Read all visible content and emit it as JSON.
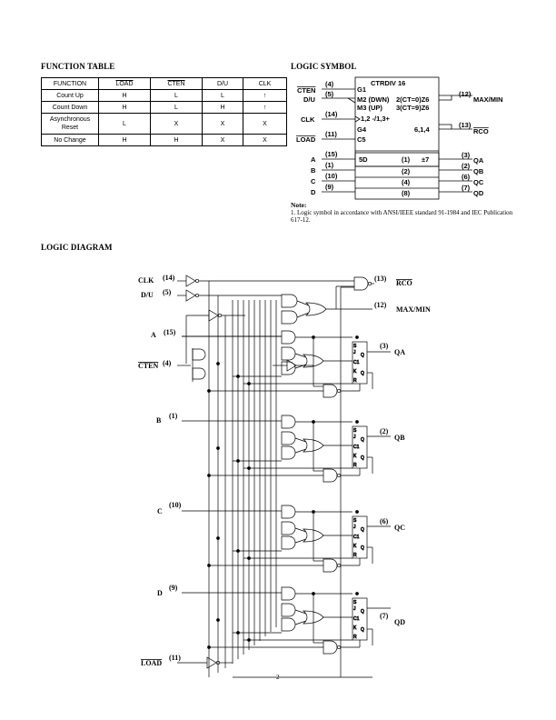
{
  "headings": {
    "function_table": "FUNCTION TABLE",
    "logic_symbol": "LOGIC SYMBOL",
    "logic_diagram": "LOGIC DIAGRAM"
  },
  "function_table": {
    "headers": [
      "FUNCTION",
      "LOAD",
      "CTEN",
      "D/U",
      "CLK"
    ],
    "rows": [
      [
        "Count Up",
        "H",
        "L",
        "L",
        "↑"
      ],
      [
        "Count Down",
        "H",
        "L",
        "H",
        "↑"
      ],
      [
        "Asynchronous Reset",
        "L",
        "X",
        "X",
        "X"
      ],
      [
        "No Change",
        "H",
        "H",
        "X",
        "X"
      ]
    ]
  },
  "logic_symbol": {
    "block_title": "CTRDIV 16",
    "lines": [
      "G1",
      "M2 (DWN)",
      "M3 (UP)",
      "2(CT=0)Z6",
      "3(CT=9)Z6",
      "1,2 -/1,3+",
      "G4",
      "C5",
      "6,1,4"
    ],
    "left_inputs": [
      {
        "name": "CTEN",
        "pin": "(4)"
      },
      {
        "name": "D/U",
        "pin": "(5)"
      },
      {
        "name": "CLK",
        "pin": "(14)"
      },
      {
        "name": "LOAD",
        "pin": "(11)"
      }
    ],
    "data_inputs": [
      {
        "name": "A",
        "pin": "(15)"
      },
      {
        "name": "B",
        "pin": "(1)"
      },
      {
        "name": "C",
        "pin": "(10)"
      },
      {
        "name": "D",
        "pin": "(9)"
      }
    ],
    "data_cells": [
      "5D",
      "(1)",
      "±7",
      "(2)",
      "(4)",
      "(8)"
    ],
    "outputs": [
      {
        "name": "MAX/MIN",
        "pin": "(12)"
      },
      {
        "name": "RCO",
        "pin": "(13)"
      },
      {
        "name": "QA",
        "pin": "(3)"
      },
      {
        "name": "QB",
        "pin": "(2)"
      },
      {
        "name": "QC",
        "pin": "(6)"
      },
      {
        "name": "QD",
        "pin": "(7)"
      }
    ]
  },
  "note": {
    "label": "Note:",
    "text": "1. Logic symbol in accordance with ANSI/IEEE standard 91-1984 and IEC Publication 617-12."
  },
  "diagram": {
    "inputs": [
      {
        "name": "CLK",
        "pin": "(14)"
      },
      {
        "name": "D/U",
        "pin": "(5)"
      },
      {
        "name": "A",
        "pin": "(15)"
      },
      {
        "name": "CTEN",
        "pin": "(4)"
      },
      {
        "name": "B",
        "pin": "(1)"
      },
      {
        "name": "C",
        "pin": "(10)"
      },
      {
        "name": "D",
        "pin": "(9)"
      },
      {
        "name": "LOAD",
        "pin": "(11)"
      }
    ],
    "outputs": [
      {
        "name": "RCO",
        "pin": "(13)"
      },
      {
        "name": "MAX/MIN",
        "pin": "(12)"
      },
      {
        "name": "QA",
        "pin": "(3)"
      },
      {
        "name": "QB",
        "pin": "(2)"
      },
      {
        "name": "QC",
        "pin": "(6)"
      },
      {
        "name": "QD",
        "pin": "(7)"
      }
    ],
    "ff_labels": [
      "S",
      "J",
      "Q",
      "C1",
      "K",
      "Q",
      "R"
    ]
  },
  "page_number": "2"
}
